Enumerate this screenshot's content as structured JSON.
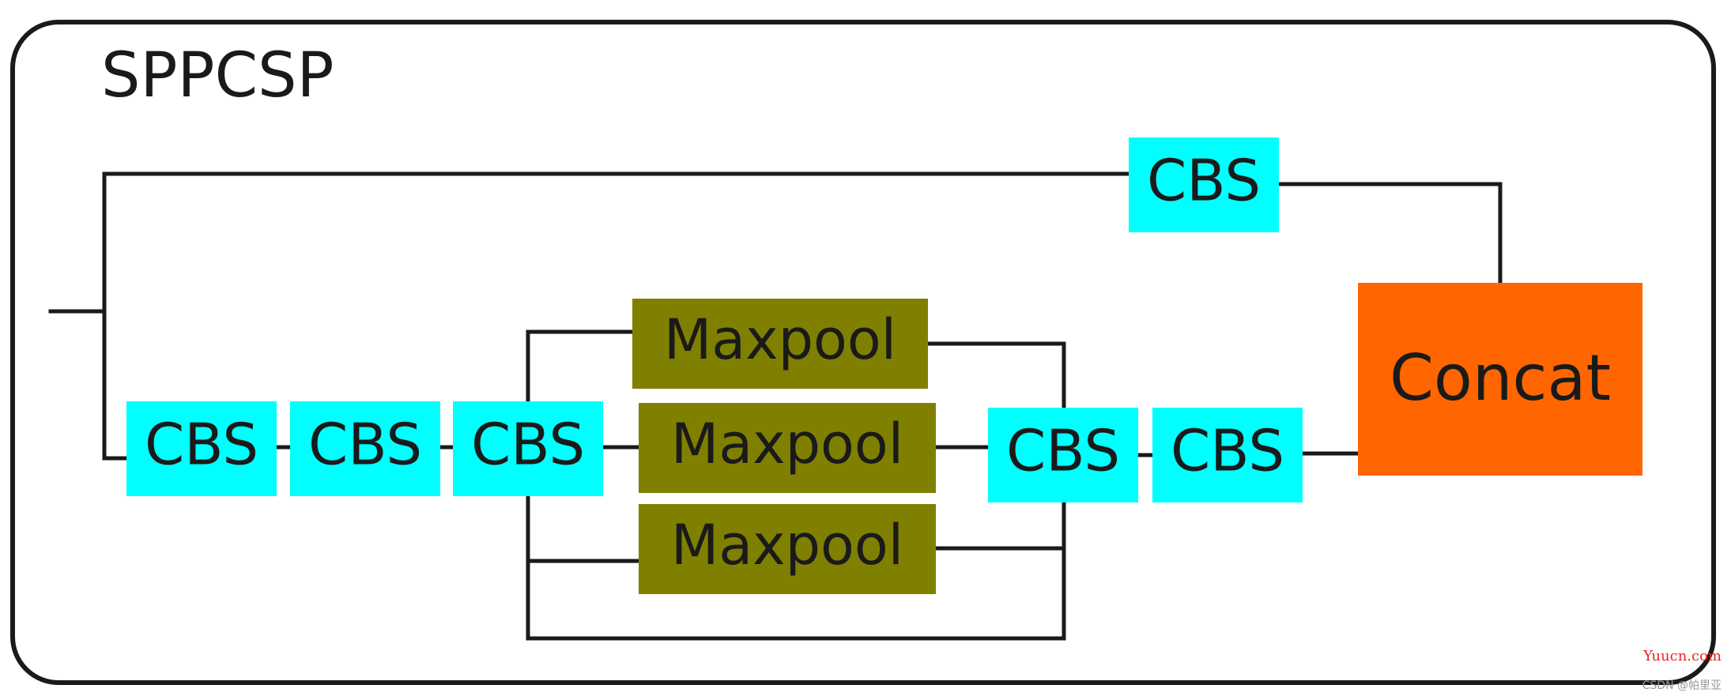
{
  "diagram": {
    "title": "SPPCSP",
    "colors": {
      "cbs": "#00ffff",
      "maxpool": "#808000",
      "concat": "#ff6600",
      "line": "#1a1a1a",
      "frame": "#1a1a1a"
    },
    "nodes": {
      "cbs_top": "CBS",
      "cbs_1": "CBS",
      "cbs_2": "CBS",
      "cbs_3": "CBS",
      "maxpool_1": "Maxpool",
      "maxpool_2": "Maxpool",
      "maxpool_3": "Maxpool",
      "cbs_4": "CBS",
      "cbs_5": "CBS",
      "concat": "Concat"
    },
    "watermark": {
      "site": "Yuucn.com",
      "credit": "CSDN @帕里亚"
    }
  }
}
